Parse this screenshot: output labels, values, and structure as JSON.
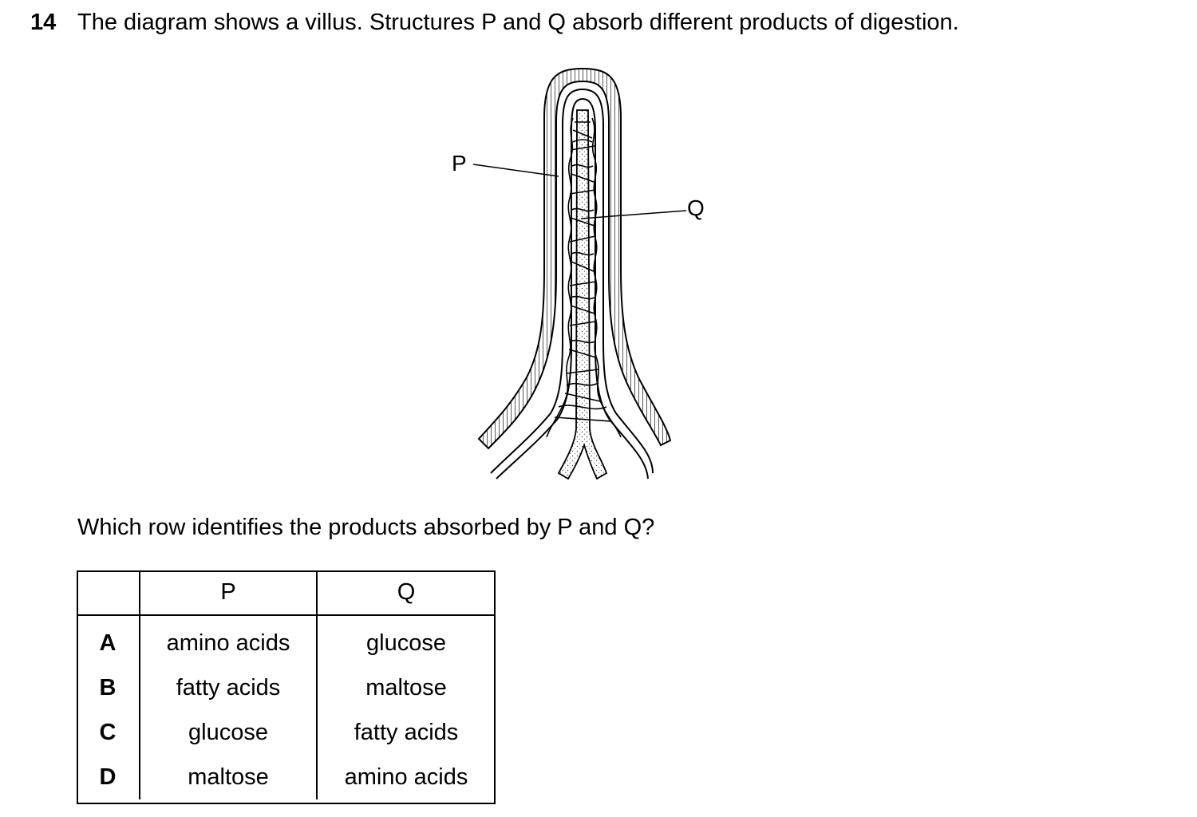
{
  "question": {
    "number": "14",
    "text": "The diagram shows a villus. Structures P and Q absorb different products of digestion.",
    "prompt": "Which row identifies the products absorbed by P and Q?"
  },
  "diagram": {
    "label_p": "P",
    "label_q": "Q"
  },
  "table": {
    "headers": [
      "",
      "P",
      "Q"
    ],
    "rows": [
      {
        "key": "A",
        "p": "amino acids",
        "q": "glucose"
      },
      {
        "key": "B",
        "p": "fatty acids",
        "q": "maltose"
      },
      {
        "key": "C",
        "p": "glucose",
        "q": "fatty acids"
      },
      {
        "key": "D",
        "p": "maltose",
        "q": "amino acids"
      }
    ]
  }
}
